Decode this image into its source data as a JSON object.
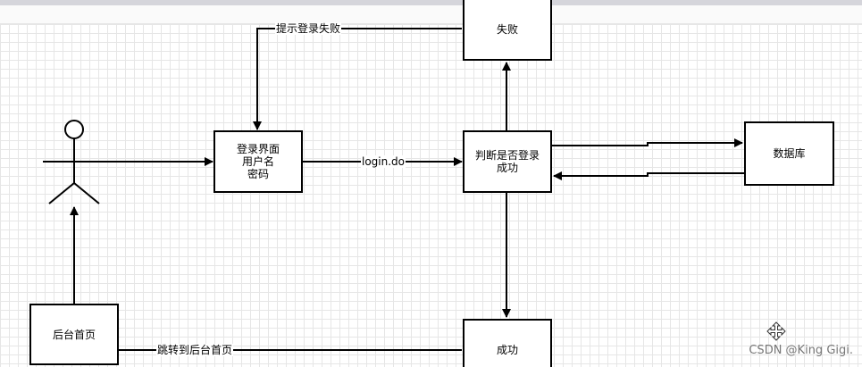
{
  "nodes": {
    "fail": {
      "label": "失败"
    },
    "login_page": {
      "label": "登录界面\n用户名\n密码"
    },
    "judge": {
      "label": "判断是否登录\n成功"
    },
    "database": {
      "label": "数据库"
    },
    "admin_home": {
      "label": "后台首页"
    },
    "success": {
      "label": "成功"
    }
  },
  "edges": {
    "fail_to_login": "提示登录失败",
    "login_to_judge": "login.do",
    "success_to_home": "跳转到后台首页"
  },
  "watermark": "CSDN @King Gigi.",
  "icons": {
    "cursor": "move-icon"
  }
}
